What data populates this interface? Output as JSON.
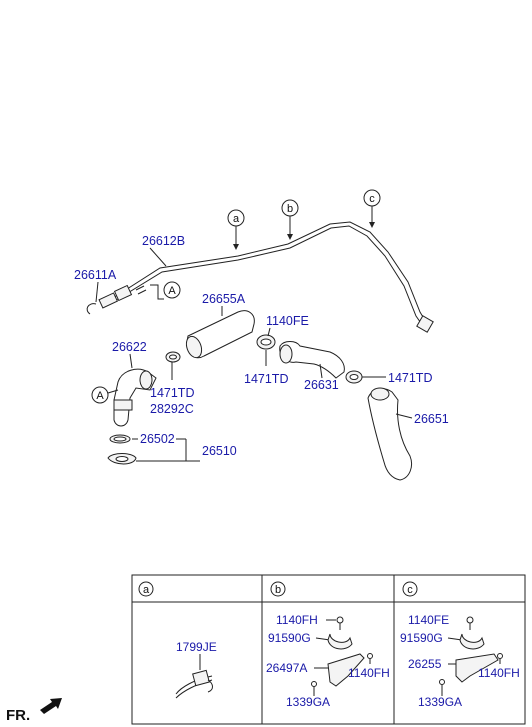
{
  "callouts": {
    "a": "a",
    "b": "b",
    "c": "c",
    "A1": "A",
    "A2": "A"
  },
  "labels": {
    "p26612B": "26612B",
    "p26611A": "26611A",
    "p26655A": "26655A",
    "p1140FE": "1140FE",
    "p26622": "26622",
    "p1471TD_left": "1471TD",
    "p28292C": "28292C",
    "p1471TD_mid": "1471TD",
    "p26631": "26631",
    "p1471TD_right": "1471TD",
    "p26651": "26651",
    "p26502": "26502",
    "p26510": "26510"
  },
  "table": {
    "headers": [
      "a",
      "b",
      "c"
    ],
    "col_a": {
      "p1799JE": "1799JE"
    },
    "col_b": {
      "p1140FH": "1140FH",
      "p91590G": "91590G",
      "p26497A": "26497A",
      "p1140FH_2": "1140FH",
      "p1339GA": "1339GA"
    },
    "col_c": {
      "p1140FE": "1140FE",
      "p91590G": "91590G",
      "p26255": "26255",
      "p1140FH": "1140FH",
      "p1339GA": "1339GA"
    }
  },
  "direction": {
    "label": "FR."
  },
  "colors": {
    "label": "#1a1aa8",
    "line": "#222222"
  }
}
